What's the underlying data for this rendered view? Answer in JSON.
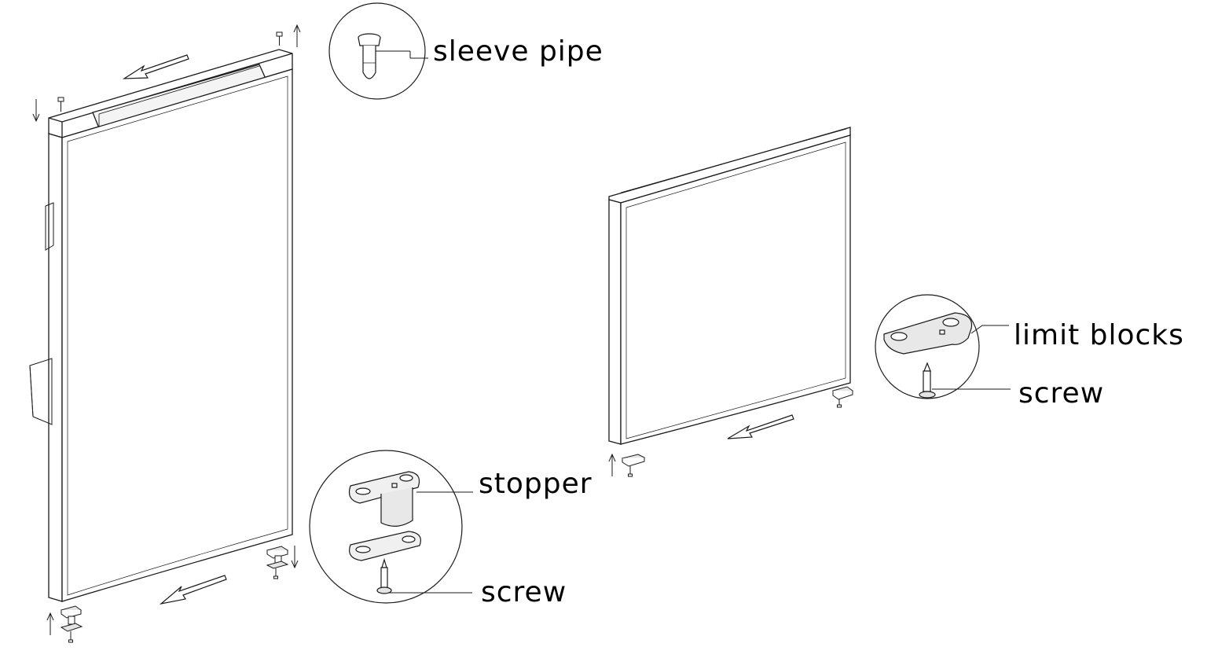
{
  "labels": {
    "sleeve_pipe": "sleeve pipe",
    "stopper": "stopper",
    "screw_stopper": "screw",
    "limit_blocks": "limit blocks",
    "screw_limit": "screw"
  },
  "colors": {
    "line": "#1a1a1a",
    "fill": "#ffffff",
    "shade": "#d9d9d9"
  },
  "icons": [
    "up-arrow-icon",
    "down-arrow-icon",
    "direction-arrow-icon"
  ]
}
